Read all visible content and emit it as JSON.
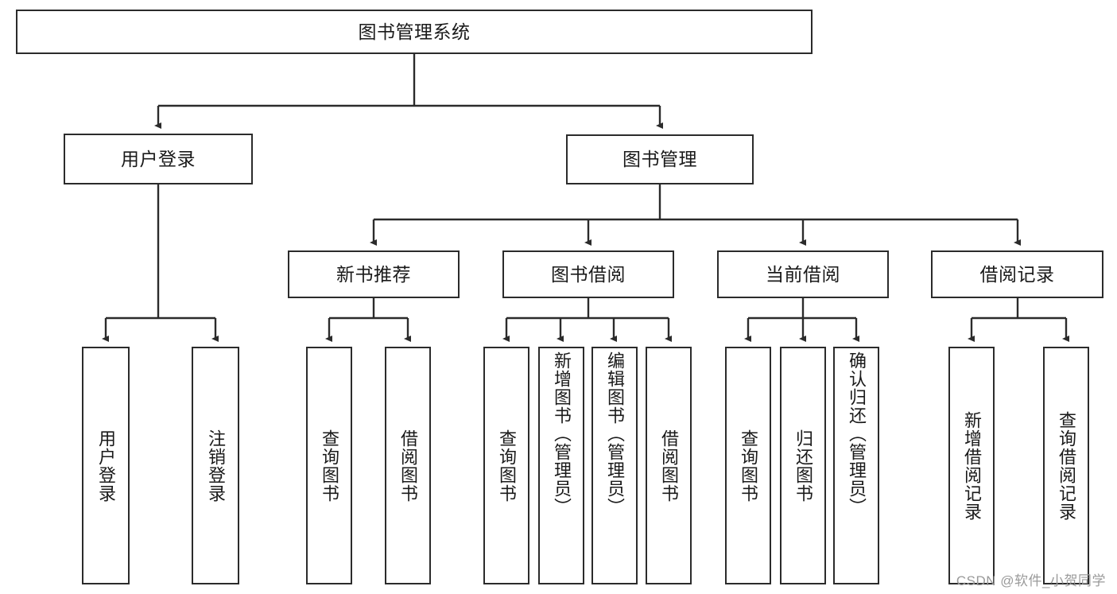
{
  "diagram": {
    "title": "图书管理系统",
    "type": "tree-hierarchy-diagram",
    "root": {
      "label": "图书管理系统"
    },
    "level2": [
      {
        "label": "用户登录"
      },
      {
        "label": "图书管理"
      }
    ],
    "level3": [
      {
        "label": "新书推荐"
      },
      {
        "label": "图书借阅"
      },
      {
        "label": "当前借阅"
      },
      {
        "label": "借阅记录"
      }
    ],
    "leaves": {
      "user_login": [
        {
          "label": "用户登录"
        },
        {
          "label": "注销登录"
        }
      ],
      "new_book_recommend": [
        {
          "label": "查询图书"
        },
        {
          "label": "借阅图书"
        }
      ],
      "book_borrow": [
        {
          "label": "查询图书"
        },
        {
          "label": "新增图书（管理员）"
        },
        {
          "label": "编辑图书（管理员）"
        },
        {
          "label": "借阅图书"
        }
      ],
      "current_borrow": [
        {
          "label": "查询图书"
        },
        {
          "label": "归还图书"
        },
        {
          "label": "确认归还（管理员）"
        }
      ],
      "borrow_records": [
        {
          "label": "新增借阅记录"
        },
        {
          "label": "查询借阅记录"
        }
      ]
    }
  },
  "watermark": {
    "text": "CSDN @软件_小贺同学"
  },
  "colors": {
    "border": "#2b2b2b",
    "text": "#1a1a1a",
    "background": "#ffffff",
    "watermark": "#9a9a9a"
  }
}
